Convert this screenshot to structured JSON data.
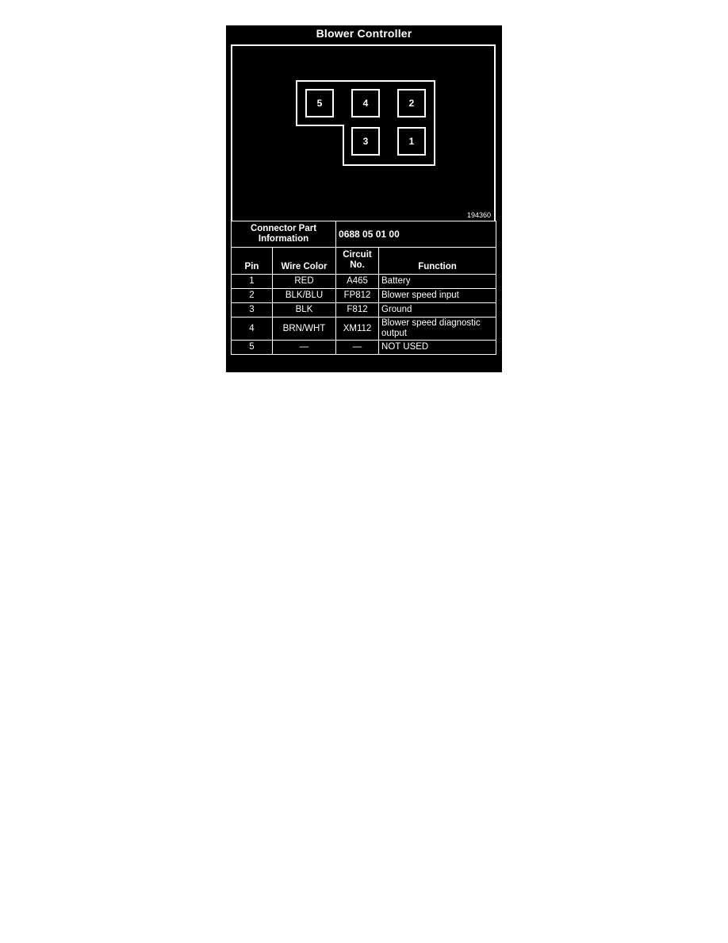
{
  "title": "Blower Controller",
  "figure_id": "194360",
  "pins_visual": [
    {
      "label": "5"
    },
    {
      "label": "4"
    },
    {
      "label": "2"
    },
    {
      "label": "3"
    },
    {
      "label": "1"
    }
  ],
  "connector": {
    "label": "Connector Part Information",
    "value": "0688 05 01 00"
  },
  "headers": {
    "pin": "Pin",
    "wire_color": "Wire Color",
    "circuit": "Circuit No.",
    "function": "Function"
  },
  "rows": [
    {
      "pin": "1",
      "wire": "RED",
      "circuit": "A465",
      "function": "Battery"
    },
    {
      "pin": "2",
      "wire": "BLK/BLU",
      "circuit": "FP812",
      "function": "Blower speed input"
    },
    {
      "pin": "3",
      "wire": "BLK",
      "circuit": "F812",
      "function": "Ground"
    },
    {
      "pin": "4",
      "wire": "BRN/WHT",
      "circuit": "XM112",
      "function": "Blower speed diagnostic output"
    },
    {
      "pin": "5",
      "wire": "—",
      "circuit": "—",
      "function": "NOT USED"
    }
  ]
}
